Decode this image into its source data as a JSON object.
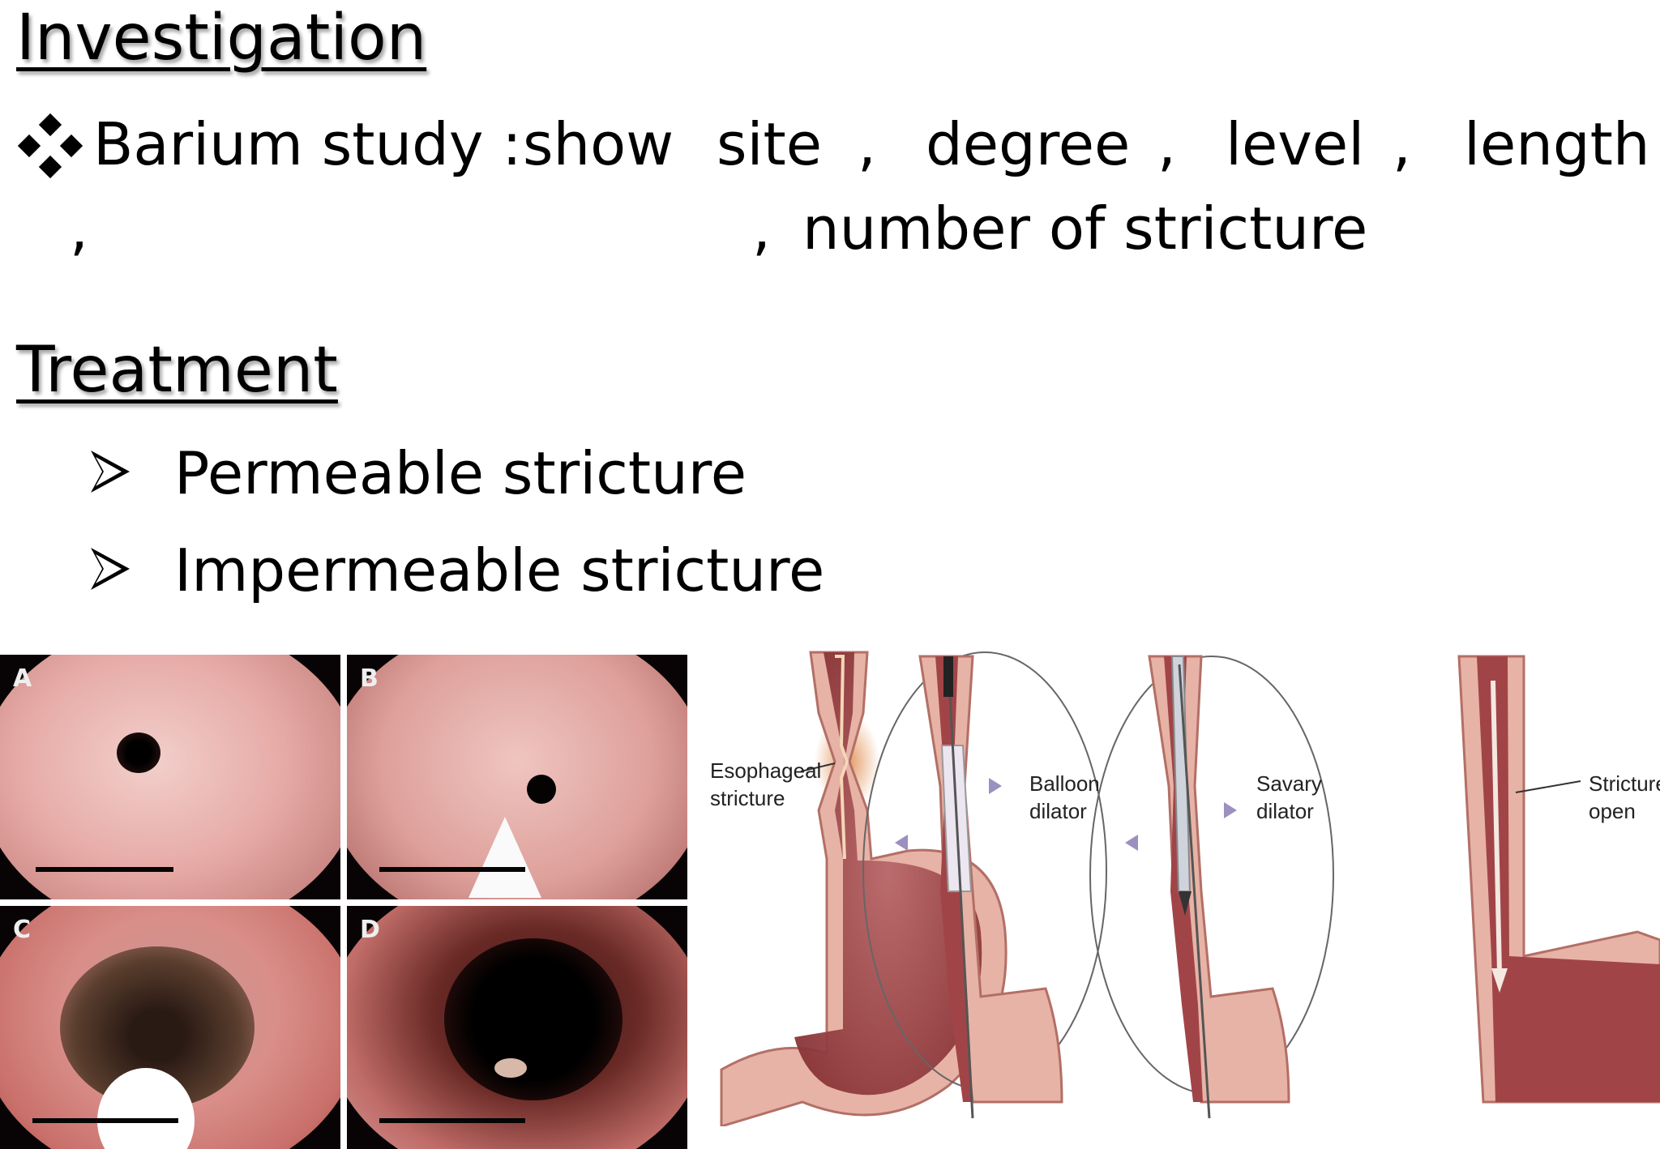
{
  "investigation": {
    "heading": "Investigation",
    "bullet_intro": "Barium study :",
    "words": [
      "show",
      "site",
      ",",
      "degree",
      ",",
      "level",
      ",",
      "length"
    ],
    "line2_comma_a": ",",
    "line2_comma_b": ",",
    "line2_tail": "number of stricture"
  },
  "treatment": {
    "heading": "Treatment",
    "items": [
      "Permeable stricture",
      "Impermeable stricture"
    ]
  },
  "endoscopy": {
    "panels": [
      "A",
      "B",
      "C",
      "D"
    ]
  },
  "diagram": {
    "labels": {
      "esophageal_1": "Esophageal",
      "esophageal_2": "stricture",
      "balloon_1": "Balloon",
      "balloon_2": "dilator",
      "savary_1": "Savary",
      "savary_2": "dilator",
      "open_1": "Stricture",
      "open_2": "open"
    }
  }
}
